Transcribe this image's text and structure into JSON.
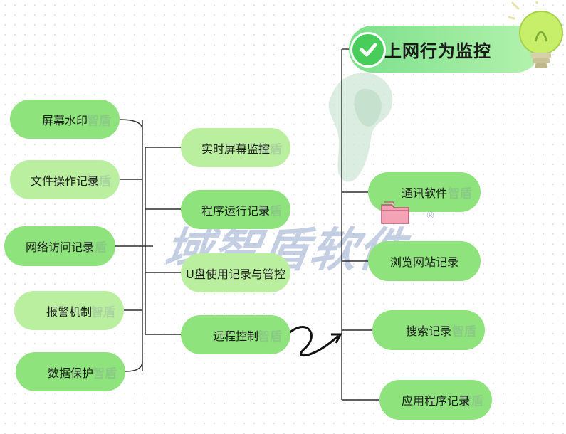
{
  "watermark": {
    "text": "域智盾软件",
    "registered": "®",
    "node_mark": "智盾"
  },
  "root": {
    "label": "上网行为监控"
  },
  "left_outer": [
    {
      "label": "屏幕水印"
    },
    {
      "label": "文件操作记录"
    },
    {
      "label": "网络访问记录"
    },
    {
      "label": "报警机制"
    },
    {
      "label": "数据保护"
    }
  ],
  "middle": [
    {
      "label": "实时屏幕监控"
    },
    {
      "label": "程序运行记录"
    },
    {
      "label": "U盘使用记录与管控"
    },
    {
      "label": "远程控制"
    }
  ],
  "right": [
    {
      "label": "通讯软件"
    },
    {
      "label": "浏览网站记录"
    },
    {
      "label": "搜索记录"
    },
    {
      "label": "应用程序记录"
    }
  ],
  "colors": {
    "node_green": "#8ee37c",
    "node_light_green": "#b9ef9f",
    "check_green": "#48cd5b",
    "watermark": "#96a8cc"
  }
}
